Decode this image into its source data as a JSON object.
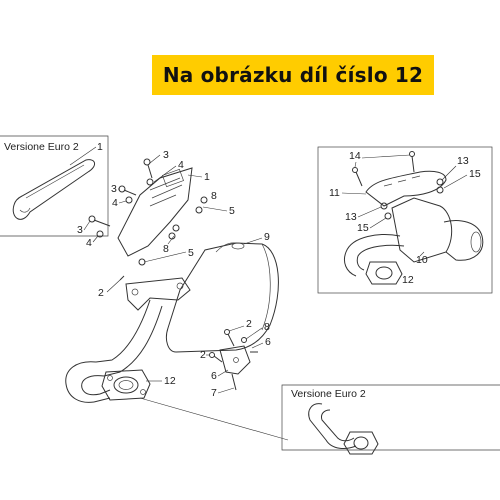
{
  "banner": {
    "text": "Na obrázku díl číslo 12",
    "color": "#ffcc00"
  },
  "insets": {
    "top_left_title": "Versione Euro 2",
    "bottom_right_title": "Versione Euro 2"
  },
  "callouts": {
    "tl_1": "1",
    "c3a": "3",
    "c4a": "4",
    "c1b": "1",
    "c3b": "3",
    "c4b": "4",
    "c8a": "8",
    "c5a": "5",
    "c3c": "3",
    "c4c": "4",
    "c8b": "8",
    "c5b": "5",
    "c9": "9",
    "c2a": "2",
    "c2b": "2",
    "c8c": "8",
    "c6a": "6",
    "c2c": "2",
    "c6b": "6",
    "c7": "7",
    "c12a": "12",
    "r14": "14",
    "r13a": "13",
    "r15a": "15",
    "r11": "11",
    "r13b": "13",
    "r15b": "15",
    "r10": "10",
    "r12": "12"
  }
}
